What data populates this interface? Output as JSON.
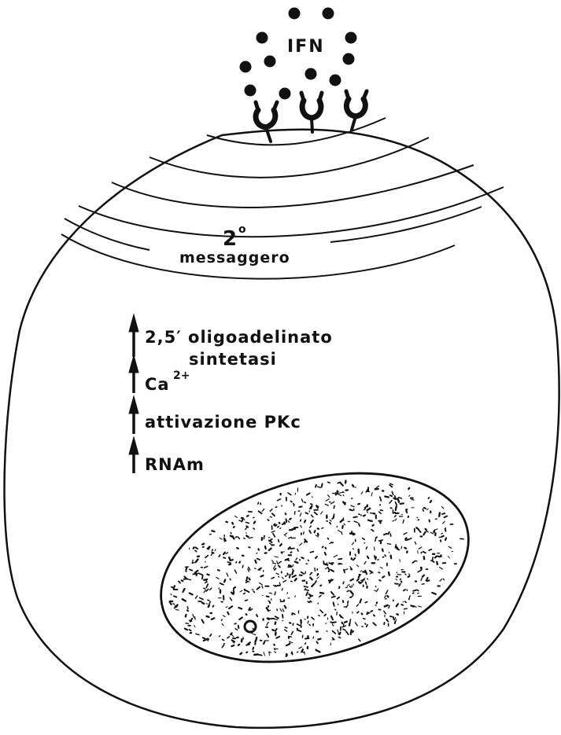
{
  "labels": {
    "ifn": "IFN",
    "second_messenger_number": "2",
    "second_messenger_degree": "o",
    "second_messenger_word": "messaggero",
    "calcium_base": "Ca",
    "calcium_charge": "2+"
  },
  "effects": [
    {
      "line1": "2,5′ oligoadelinato",
      "line2": "sintetasi"
    },
    {
      "line1": "",
      "line2": ""
    },
    {
      "line1": "attivazione PKc",
      "line2": ""
    },
    {
      "line1": "RNAm",
      "line2": ""
    }
  ],
  "colors": {
    "ink": "#111111",
    "paper": "#ffffff"
  },
  "icons": [
    "interferon-molecule-dot",
    "membrane-receptor-icon",
    "upward-arrow-icon",
    "nucleus-icon"
  ]
}
